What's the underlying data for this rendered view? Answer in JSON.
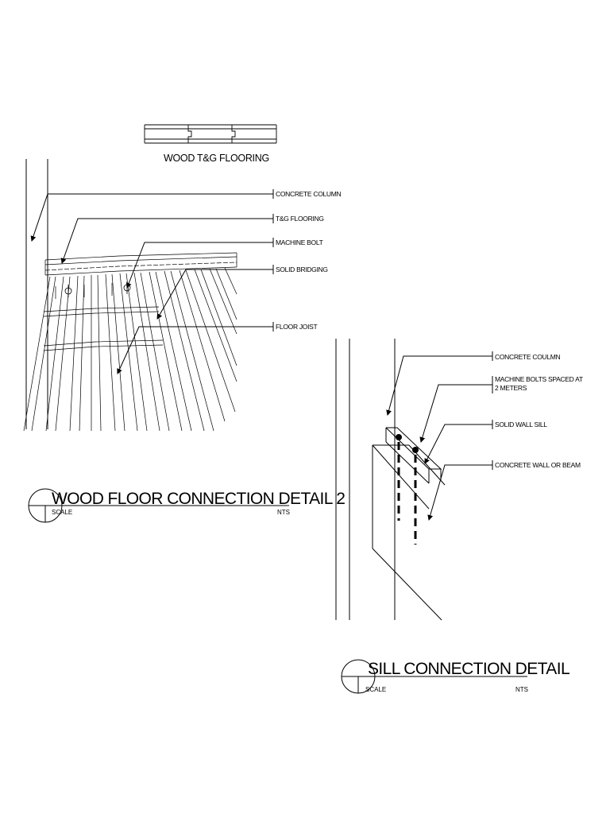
{
  "flooring_profile": {
    "label": "WOOD T&G FLOORING"
  },
  "detail_1": {
    "title": "WOOD FLOOR CONNECTION DETAIL 2",
    "scale_label": "SCALE",
    "scale_value": "NTS",
    "callouts": [
      "CONCRETE COLUMN",
      "T&G FLOORING",
      "MACHINE BOLT",
      "SOLID BRIDGING",
      "FLOOR JOIST"
    ]
  },
  "detail_2": {
    "title": "SILL CONNECTION DETAIL",
    "scale_label": "SCALE",
    "scale_value": "NTS",
    "callouts": [
      "CONCRETE COULMN",
      "MACHINE BOLTS SPACED AT",
      "2 METERS",
      "SOLID WALL SILL",
      "CONCRETE WALL OR BEAM"
    ]
  }
}
